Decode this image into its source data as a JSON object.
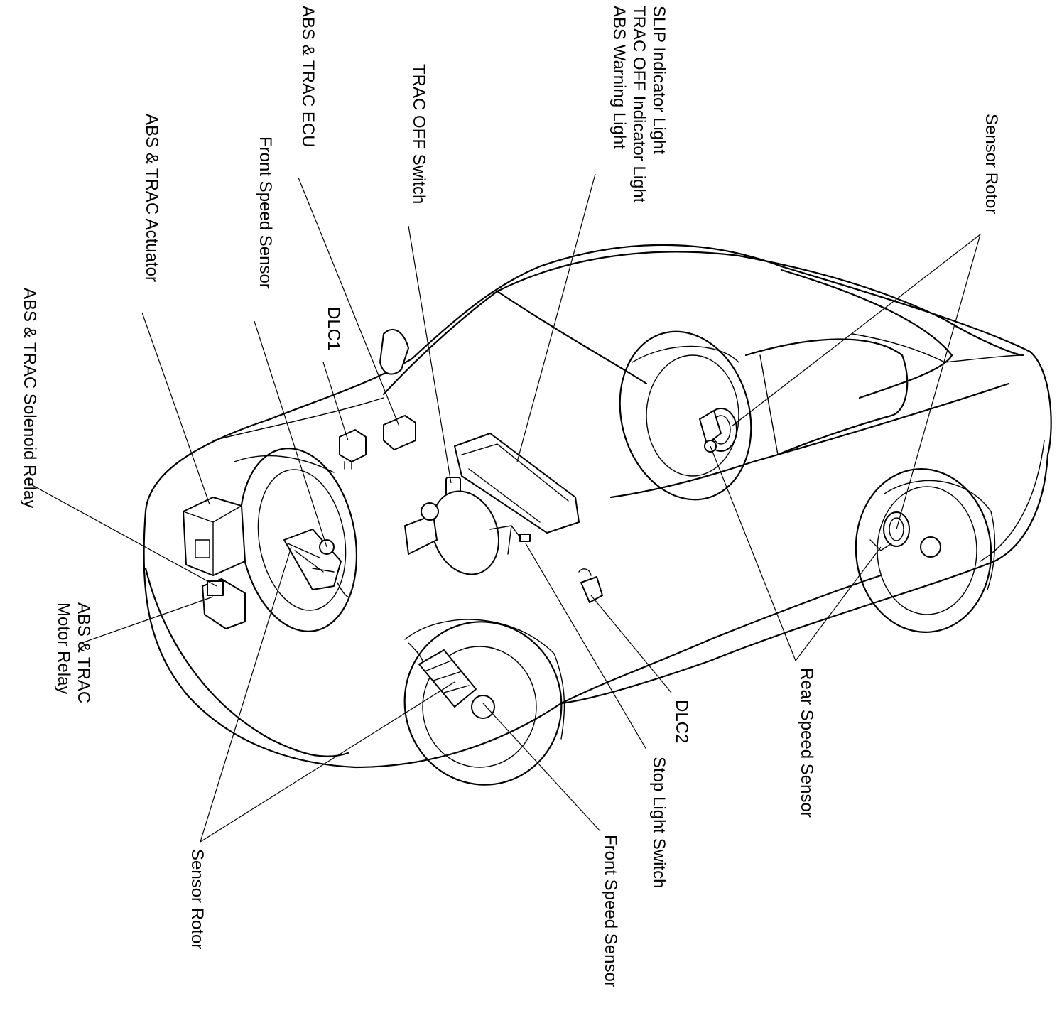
{
  "labels": {
    "slip_indicator": "SLIP Indicator Light",
    "trac_off_indicator": "TRAC OFF Indicator Light",
    "abs_warning": "ABS Warning Light",
    "trac_off_switch": "TRAC OFF Switch",
    "ecu": "ABS & TRAC ECU",
    "front_speed_sensor_top": "Front Speed Sensor",
    "actuator": "ABS & TRAC Actuator",
    "solenoid_relay": "ABS & TRAC Solenoid Relay",
    "dlc1": "DLC1",
    "sensor_rotor_top": "Sensor Rotor",
    "motor_relay_line1": "ABS & TRAC",
    "motor_relay_line2": "Motor Relay",
    "sensor_rotor_bottom": "Sensor Rotor",
    "front_speed_sensor_bottom": "Front Speed Sensor",
    "stop_light_switch": "Stop Light Switch",
    "dlc2": "DLC2",
    "rear_speed_sensor": "Rear Speed Sensor"
  },
  "colors": {
    "ink": "#000000",
    "paper": "#ffffff"
  }
}
